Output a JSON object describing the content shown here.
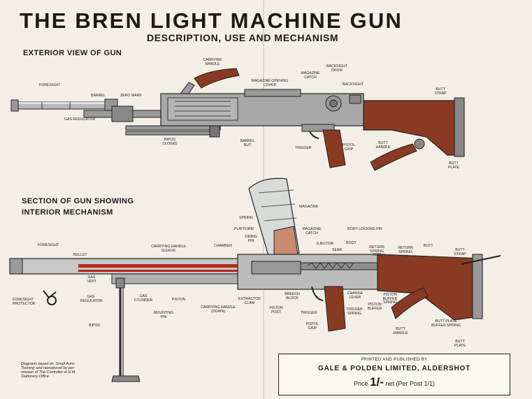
{
  "title": "THE BREN LIGHT MACHINE GUN",
  "subtitle": "DESCRIPTION, USE AND MECHANISM",
  "exterior": {
    "heading": "EXTERIOR VIEW OF GUN",
    "labels": {
      "foresight": "FORESIGHT",
      "barrel": "BARREL",
      "zero_mark": "ZERO MARK",
      "gas_regulator": "GAS REGULATOR",
      "carrying_handle": "CARRYING HANDLE",
      "bipod_closed": "BIPOD CLOSED",
      "barrel_nut": "BARREL NUT",
      "magazine_opening_cover": "MAGAZINE OPENING COVER",
      "magazine_catch": "MAGAZINE CATCH",
      "backsight_drum": "BACKSIGHT DRUM",
      "backsight": "BACKSIGHT",
      "trigger": "TRIGGER",
      "pistol_grip": "PISTOL GRIP",
      "butt_handle": "BUTT HANDLE",
      "butt_strap": "BUTT STRAP",
      "butt_plate": "BUTT PLATE"
    }
  },
  "section": {
    "heading_line1": "SECTION OF GUN SHOWING",
    "heading_line2": "INTERIOR MECHANISM",
    "labels": {
      "magazine": "MAGAZINE",
      "spring": "SPRING",
      "platform": "PLATFORM",
      "firing_pin": "FIRING PIN",
      "magazine_catch": "MAGAZINE CATCH",
      "body_locking_pin": "BODY LOCKING PIN",
      "body": "BODY",
      "ejector": "EJECTOR",
      "sear": "SEAR",
      "return_spring_rod": "RETURN SPRING ROD",
      "return_spring": "RETURN SPRING",
      "butt": "BUTT",
      "butt_strap": "BUTT STRAP",
      "foresight": "FORESIGHT",
      "bullet": "BULLET",
      "carrying_handle_sleeve": "CARRYING HANDLE SLEEVE",
      "chamber": "CHAMBER",
      "gas_vent": "GAS VENT",
      "gas_regulator": "GAS REGULATOR",
      "gas_cylinder": "GAS CYLINDER",
      "mounting_pin": "MOUNTING PIN",
      "piston": "PISTON",
      "carrying_handle_down": "CARRYING HANDLE (DOWN)",
      "extractor_claw": "EXTRACTOR CLAW",
      "piston_post": "PISTON POST",
      "breech_block": "BREECH BLOCK",
      "trigger": "TRIGGER",
      "pistol_grip": "PISTOL GRIP",
      "change_lever": "CHANGE LEVER",
      "trigger_spring": "TRIGGER SPRING",
      "piston_buffer": "PISTON BUFFER",
      "piston_buffer_spring": "PISTON BUFFER SPRING",
      "butt_handle": "BUTT HANDLE",
      "butt_plate_buffer_spring": "BUTT PLATE BUFFER SPRING",
      "butt_plate": "BUTT PLATE",
      "foresight_protector": "FORESIGHT PROTECTOR",
      "bipod": "BIPOD"
    }
  },
  "note": {
    "line1": "Diagrams based on ‘Small Arms",
    "line2": "Training’ and reproduced by per-",
    "line3": "mission of The Controller of H.M.",
    "line4": "Stationery Office."
  },
  "publisher": {
    "printed": "PRINTED AND PUBLISHED BY",
    "name": "GALE & POLDEN LIMITED, ALDERSHOT",
    "price_prefix": "Price",
    "price_value": "1/-",
    "price_suffix": "net (Per Post 1/1)"
  },
  "colors": {
    "wood": "#8a3a22",
    "metal": "#8e8e8e",
    "paper": "#f4efe6",
    "bore_red": "#b52a1e"
  }
}
